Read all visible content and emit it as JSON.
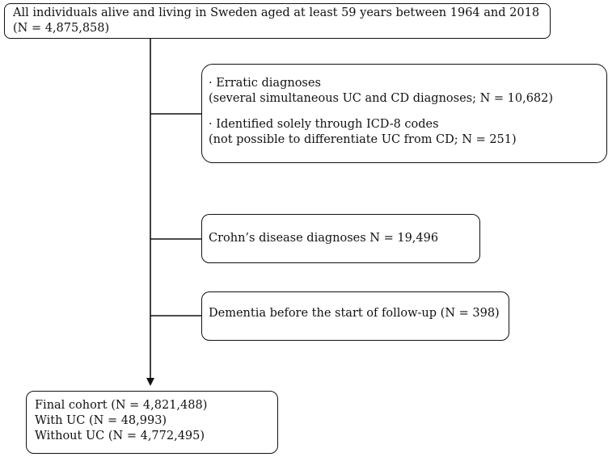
{
  "flowchart": {
    "top": {
      "line1": "All individuals alive and living in Sweden aged at least 59 years between 1964 and 2018",
      "line2": "(N = 4,875,858)"
    },
    "exclusion_1": {
      "item1_title": "· Erratic diagnoses",
      "item1_detail": "(several simultaneous UC and CD diagnoses; N = 10,682)",
      "item2_title": "· Identified solely through ICD-8 codes",
      "item2_detail": "(not possible to differentiate UC from CD; N = 251)"
    },
    "exclusion_2": {
      "text": "Crohn’s disease diagnoses N = 19,496"
    },
    "exclusion_3": {
      "text": "Dementia before the start of follow-up (N = 398)"
    },
    "final": {
      "line1": "Final cohort (N = 4,821,488)",
      "line2": "With UC (N = 48,993)",
      "line3": "Without UC (N = 4,772,495)"
    }
  }
}
